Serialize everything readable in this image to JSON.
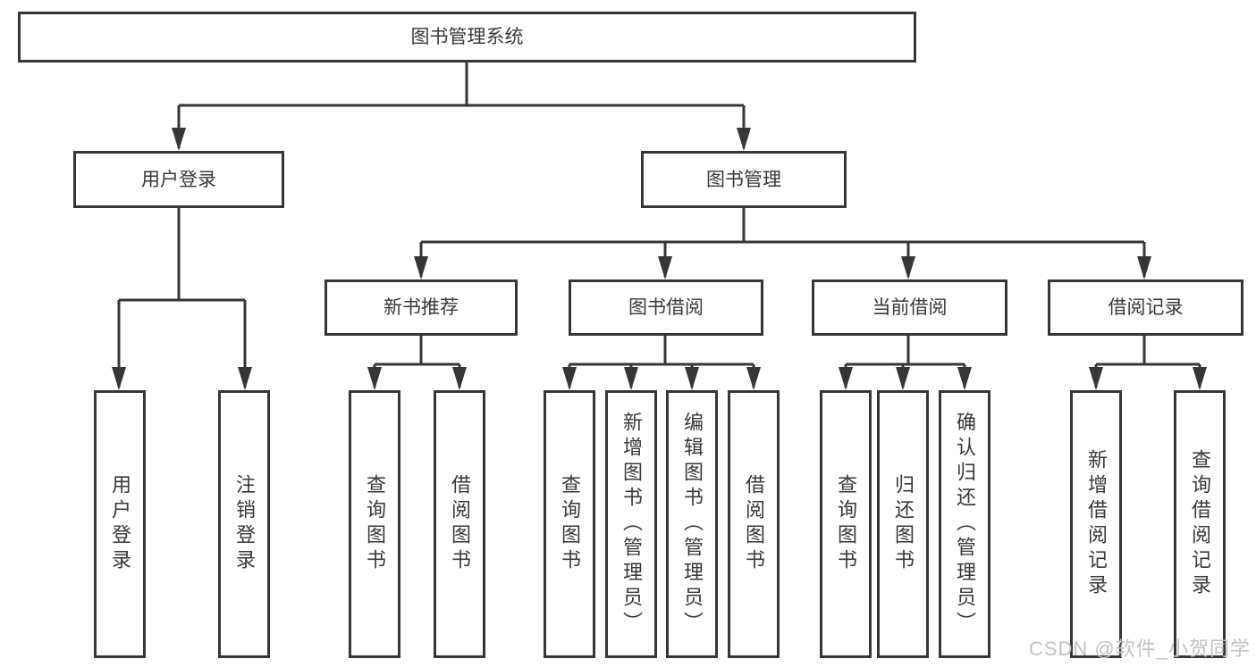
{
  "tree": {
    "root": "图书管理系统",
    "children": [
      {
        "label": "用户登录",
        "children": [
          {
            "label": "用户登录"
          },
          {
            "label": "注销登录"
          }
        ]
      },
      {
        "label": "图书管理",
        "children": [
          {
            "label": "新书推荐",
            "children": [
              {
                "label": "查询图书"
              },
              {
                "label": "借阅图书"
              }
            ]
          },
          {
            "label": "图书借阅",
            "children": [
              {
                "label": "查询图书"
              },
              {
                "label": "新增图书（管理员）"
              },
              {
                "label": "编辑图书（管理员）"
              },
              {
                "label": "借阅图书"
              }
            ]
          },
          {
            "label": "当前借阅",
            "children": [
              {
                "label": "查询图书"
              },
              {
                "label": "归还图书"
              },
              {
                "label": "确认归还（管理员）"
              }
            ]
          },
          {
            "label": "借阅记录",
            "children": [
              {
                "label": "新增借阅记录"
              },
              {
                "label": "查询借阅记录"
              }
            ]
          }
        ]
      }
    ]
  },
  "watermark": "CSDN @软件_小贺同学",
  "colors": {
    "line": "#363636",
    "text": "#383838",
    "box_fill": "#ffffff",
    "background": "#ffffff",
    "watermark": "#c2c2c2"
  }
}
